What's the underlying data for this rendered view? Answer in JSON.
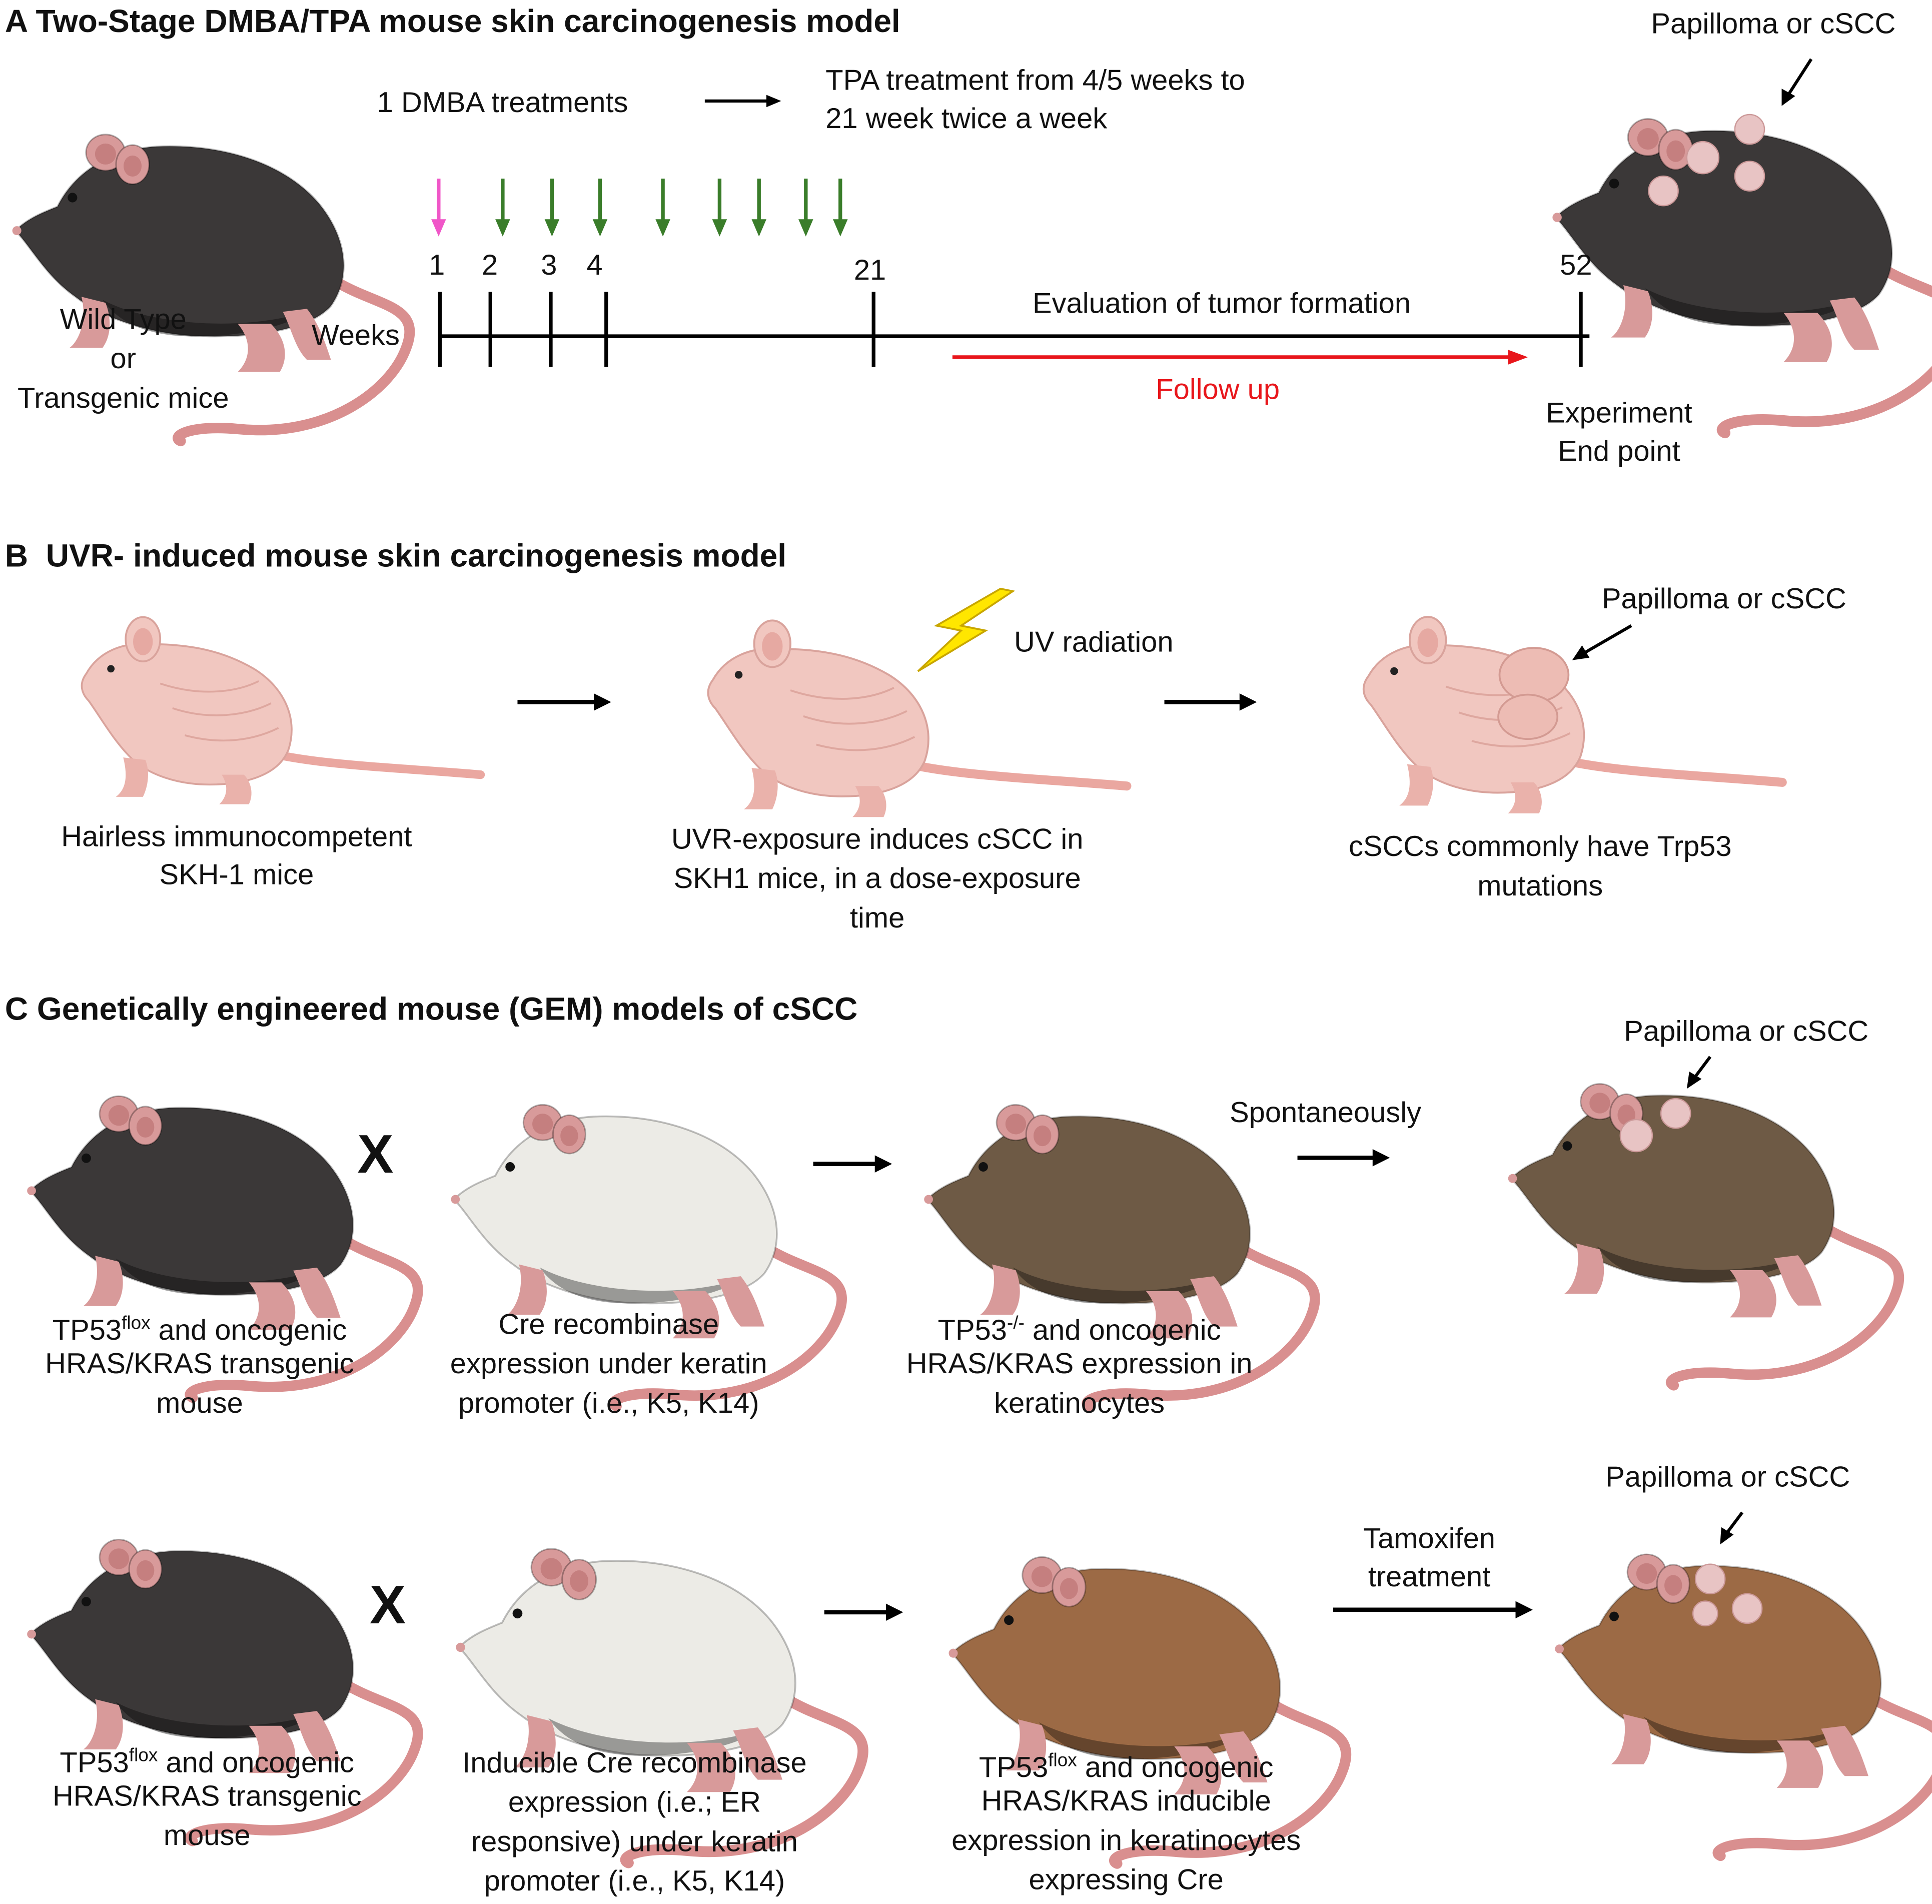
{
  "panel_a": {
    "letter": "A",
    "title": "Two-Stage DMBA/TPA mouse skin  carcinogenesis model",
    "dmba": "1 DMBA treatments",
    "tpa_1": "TPA treatment from 4/5 weeks to",
    "tpa_2": "21 week twice a week",
    "tumor_label": "Papilloma or cSCC",
    "weeks_label": "Weeks",
    "ticks": [
      "1",
      "2",
      "3",
      "4",
      "21",
      "52"
    ],
    "evaluation": "Evaluation of tumor formation",
    "follow_up": "Follow up",
    "end_1": "Experiment",
    "end_2": "End point",
    "mouse_1": "Wild Type",
    "mouse_2": "or",
    "mouse_3": "Transgenic mice"
  },
  "panel_b": {
    "letter": "B",
    "title": "UVR- induced mouse skin carcinogenesis model",
    "uv_label": "UV radiation",
    "tumor_label": "Papilloma or cSCC",
    "cap1_1": "Hairless immunocompetent",
    "cap1_2": "SKH-1 mice",
    "cap2_1": "UVR-exposure induces cSCC in",
    "cap2_2": "SKH1 mice, in a dose-exposure",
    "cap2_3": "time",
    "cap3_1": "cSCCs commonly have Trp53",
    "cap3_2": "mutations"
  },
  "panel_c": {
    "letter": "C",
    "title": "Genetically engineered mouse (GEM) models of cSCC",
    "cross": "X",
    "row1": {
      "step_label": "Spontaneously",
      "tumor_label": "Papilloma or cSCC",
      "cap1_a": "TP53",
      "cap1_sup": "flox",
      "cap1_b": " and oncogenic",
      "cap1_2": "HRAS/KRAS transgenic",
      "cap1_3": "mouse",
      "cap2_1": "Cre recombinase",
      "cap2_2": "expression under keratin",
      "cap2_3": "promoter (i.e., K5, K14)",
      "cap3_a": "TP53",
      "cap3_sup": "-/-",
      "cap3_b": " and oncogenic",
      "cap3_2": "HRAS/KRAS expression in",
      "cap3_3": "keratinocytes"
    },
    "row2": {
      "step_1": "Tamoxifen",
      "step_2": "treatment",
      "tumor_label": "Papilloma or cSCC",
      "cap1_a": "TP53",
      "cap1_sup": "flox",
      "cap1_b": " and oncogenic",
      "cap1_2": "HRAS/KRAS transgenic",
      "cap1_3": "mouse",
      "cap2_1": "Inducible Cre recombinase",
      "cap2_2": "expression (i.e.; ER",
      "cap2_3": "responsive) under keratin",
      "cap2_4": "promoter (i.e., K5, K14)",
      "cap3_a": "TP53",
      "cap3_sup": "flox",
      "cap3_b": " and oncogenic",
      "cap3_2": "HRAS/KRAS inducible",
      "cap3_3": "expression in keratinocytes",
      "cap3_4": "expressing Cre"
    }
  },
  "colors": {
    "black_mouse": "#3b3838",
    "white_mouse": "#ecebe6",
    "brown_mouse": "#6e5a45",
    "tan_mouse": "#9c6a45",
    "hairless_mouse": "#f1c7c0",
    "tumor": "#e8c4c4",
    "tail": "#d98f8f",
    "dmba_arrow": "#f056c8",
    "tpa_arrow": "#3a7d2a",
    "follow_up": "#e8161b",
    "lightning": "#ffe600"
  }
}
